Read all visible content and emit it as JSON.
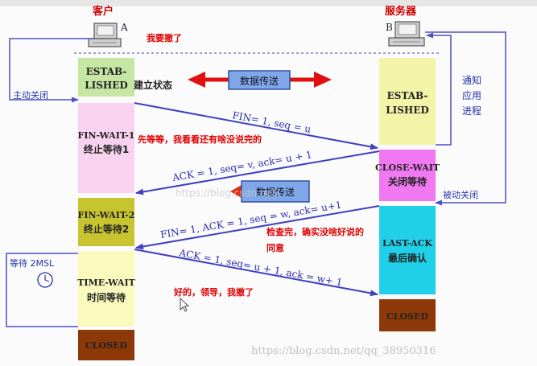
{
  "header": {
    "client_label": "客户",
    "client_letter": "A",
    "server_label": "服务器",
    "server_letter": "B"
  },
  "annotations": {
    "leave": "我要撤了",
    "wait_check": "先等等，我看看还有啥没说完的",
    "checked": "检查完，确实没啥好说的",
    "agree": "同意",
    "ok": "好的，领导，我撤了"
  },
  "client_states": {
    "established": [
      "ESTAB-",
      "LISHED"
    ],
    "established_cn": "建立状态",
    "fin_wait_1": "FIN-WAIT-1",
    "fin_wait_1_cn": "终止等待1",
    "fin_wait_2": "FIN-WAIT-2",
    "fin_wait_2_cn": "终止等待2",
    "time_wait": "TIME-WAIT",
    "time_wait_cn": "时间等待",
    "closed": "CLOSED"
  },
  "server_states": {
    "established": [
      "ESTAB-",
      "LISHED"
    ],
    "close_wait": "CLOSE-WAIT",
    "close_wait_cn": "关闭等待",
    "last_ack": "LAST-ACK",
    "last_ack_cn": "最后确认",
    "closed": "CLOSED"
  },
  "side_labels": {
    "active_close": "主动关闭",
    "notify": [
      "通知",
      "应用",
      "进程"
    ],
    "passive_close": "被动关闭",
    "wait_2msl": "等待 2MSL"
  },
  "transfer": {
    "top": "数据传送",
    "middle": "数据传送"
  },
  "messages": {
    "fin1": "FIN= 1, seq = u",
    "ack1": "ACK = 1, seq= v, ack= u + 1",
    "fin2": "FIN= 1, ACK = 1, seq = w, ack= u+1",
    "ack2": "ACK = 1, seq= u + 1, ack = w+ 1"
  },
  "watermarks": {
    "middle": "https://blog.csdn.net/",
    "bottom": "https://blog.csdn.net/qq_38950316"
  },
  "colors": {
    "state_green": "#c6e6a4",
    "state_pink": "#f8d2ee",
    "state_olive": "#c8c430",
    "state_yellow": "#fafabe",
    "state_brown": "#8c3808",
    "state_magenta": "#f078f0",
    "state_cyan": "#20d0e8",
    "arrow_blue": "#4040c0",
    "annotation_red": "#e00000",
    "transfer_blue": "#80a8e8"
  }
}
